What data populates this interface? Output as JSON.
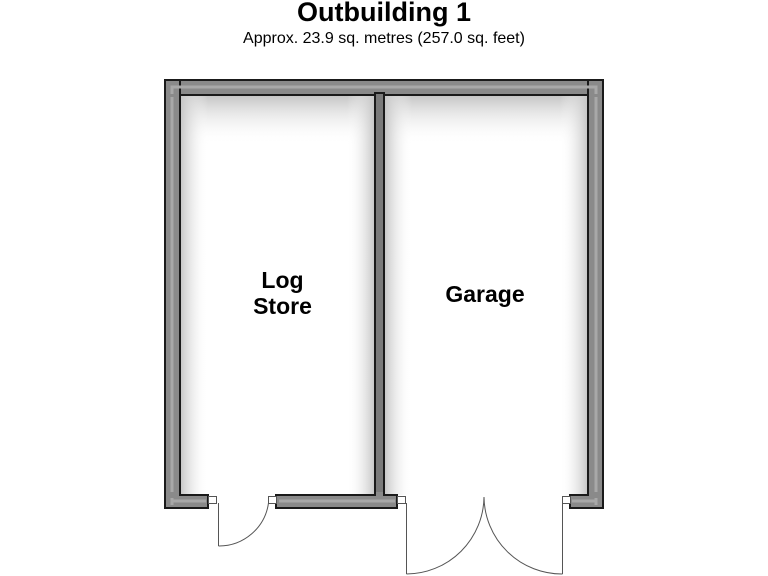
{
  "header": {
    "title": "Outbuilding 1",
    "subtitle": "Approx. 23.9 sq. metres (257.0 sq. feet)"
  },
  "rooms": [
    {
      "name_line1": "Log",
      "name_line2": "Store"
    },
    {
      "name": "Garage"
    }
  ],
  "colors": {
    "wall_dark": "#1a1a1a",
    "wall_mid": "#7a7a7a",
    "wall_light": "#9a9a9a",
    "room_shade": "#c8c8c8",
    "line": "#555555"
  }
}
